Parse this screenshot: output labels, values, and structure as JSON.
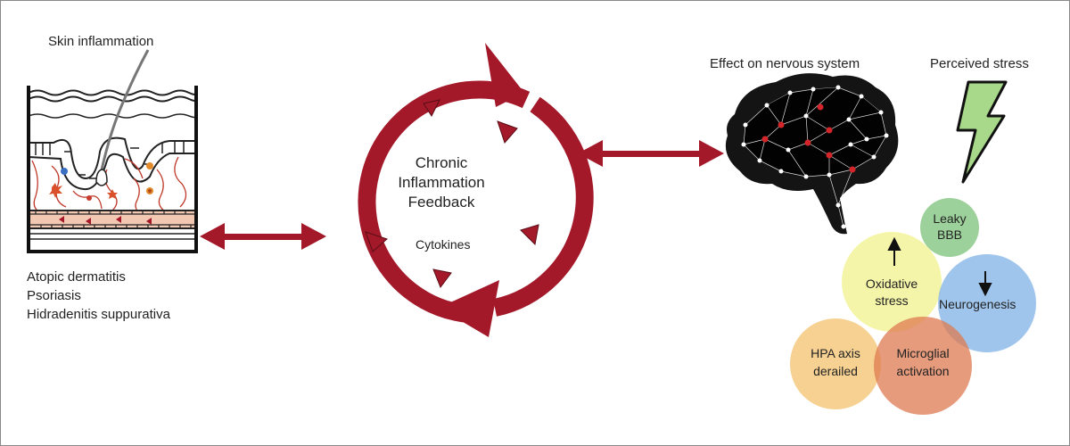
{
  "labels": {
    "skin_inflammation": "Skin inflammation",
    "effect_nervous_system": "Effect on nervous system",
    "perceived_stress": "Perceived stress",
    "cycle_title": [
      "Chronic",
      "Inflammation",
      "Feedback"
    ],
    "cytokines": "Cytokines"
  },
  "conditions": [
    "Atopic dermatitis",
    "Psoriasis",
    "Hidradenitis suppurativa"
  ],
  "effects": {
    "leaky_bbb": [
      "Leaky",
      "BBB"
    ],
    "oxidative_stress": [
      "Oxidative",
      "stress"
    ],
    "neurogenesis": "Neurogenesis",
    "hpa_axis": [
      "HPA axis",
      "derailed"
    ],
    "microglial": [
      "Microglial",
      "activation"
    ]
  },
  "colors": {
    "arrow_red": "#a3192a",
    "lightning_green": "#a8d88a",
    "leaky_bbb": "#8cc98a",
    "oxidative_stress": "#f1f28c",
    "neurogenesis": "#7fb2e6",
    "hpa_axis": "#f3c26e",
    "microglial": "#de7a50"
  }
}
